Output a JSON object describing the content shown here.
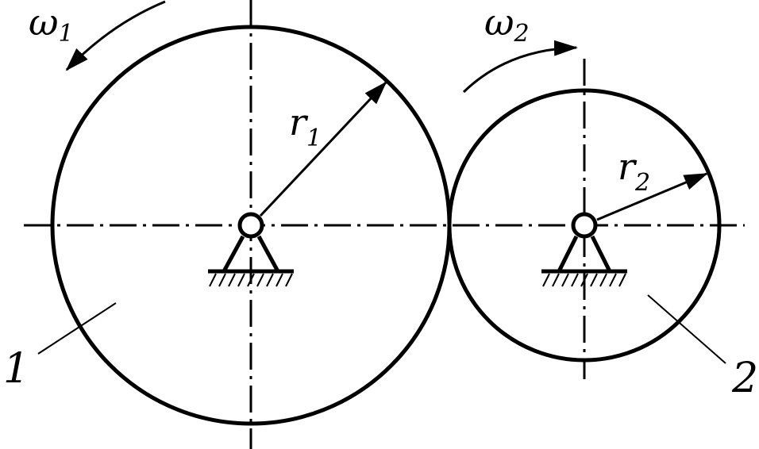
{
  "labels": {
    "omega1": {
      "symbol": "ω",
      "sub": "1"
    },
    "omega2": {
      "symbol": "ω",
      "sub": "2"
    },
    "r1": {
      "symbol": "r",
      "sub": "1"
    },
    "r2": {
      "symbol": "r",
      "sub": "2"
    },
    "part1": "1",
    "part2": "2"
  },
  "colors": {
    "ink": "#000000",
    "background": "#ffffff"
  }
}
